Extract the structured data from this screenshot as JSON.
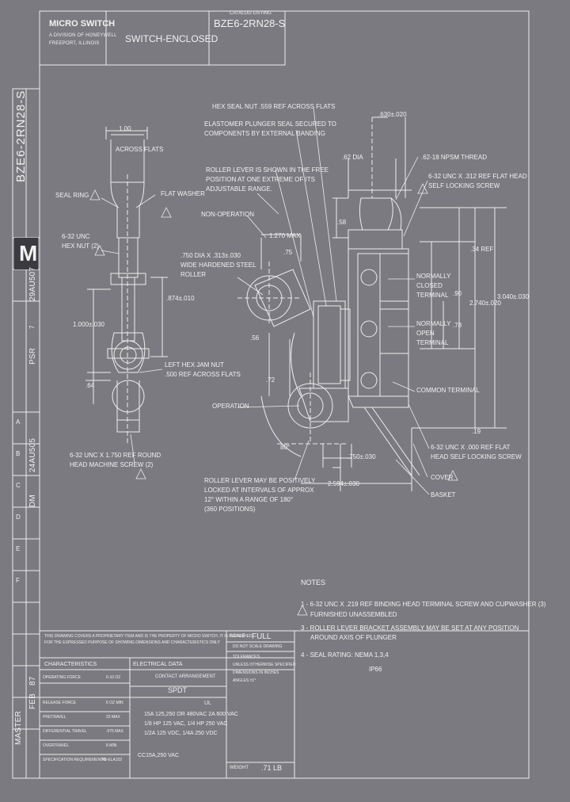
{
  "title_block": {
    "company": "MICRO SWITCH",
    "company_sub1": "A DIVISION OF HONEYWELL",
    "company_sub2": "FREEPORT, ILLINOIS",
    "title": "SWITCH-ENCLOSED",
    "catalog_label": "CATALOG LISTING",
    "catalog_number": "BZE6-2RN28-S"
  },
  "side_strip": {
    "vertical_number": "BZE6-2RN28-S",
    "logo_letter": "M",
    "rev_letters": [
      "A",
      "B",
      "C",
      "D",
      "E",
      "F"
    ],
    "mid_codes": [
      "7",
      "PSR",
      "29AU507",
      "DM",
      "24AU505"
    ],
    "bottom": [
      "MASTER",
      "FEB",
      "87"
    ]
  },
  "dimensions": {
    "width_top": "1.00",
    "width_flats": "ACROSS FLATS",
    "overall_height_left": "1.000±.030",
    "mid_height_left": ".874±.010",
    "small_left": ".64",
    "width_right_top": ".630±.020",
    "dia": ".62 DIA",
    "roll_max": "1.270 MAX",
    "roll_angle": ".75",
    "v56": ".56",
    "v72": ".72",
    "angle_80": "80°",
    "v58": ".58",
    "ref_34": ".34 REF",
    "v90": ".90",
    "v78": ".78",
    "overall_right": "3.040±.030",
    "mid_right": "2.740±.020",
    "v750": ".750±.030",
    "v19": ".19",
    "bottom_width": "2.594±.030"
  },
  "callouts": {
    "hex_seal": "HEX SEAL NUT .559 REF ACROSS FLATS",
    "elastomer_1": "ELASTOMER PLUNGER SEAL SECURED TO",
    "elastomer_2": "COMPONENTS BY EXTERNAL BANDING",
    "roller_free_1": "ROLLER LEVER IS SHOWN IN THE FREE",
    "roller_free_2": "POSITION AT ONE EXTREME OF ITS",
    "roller_free_3": "ADJUSTABLE RANGE.",
    "non_operation": "NON-OPERATION",
    "roller_desc_1": ".750 DIA X .313±.030",
    "roller_desc_2": "WIDE HARDENED STEEL",
    "roller_desc_3": "ROLLER",
    "seal_ring": "SEAL RING",
    "flat_washer": "FLAT WASHER",
    "hex_nut_1": "6-32 UNC",
    "hex_nut_2": "HEX NUT (2)",
    "jam_nut_1": "LEFT HEX JAM NUT",
    "jam_nut_2": ".500 REF ACROSS FLATS",
    "operation": "OPERATION",
    "machine_screw_1": "6-32 UNC X 1.750 REF ROUND",
    "machine_screw_2": "HEAD MACHINE SCREW (2)",
    "lock_1": "ROLLER LEVER MAY BE POSITIVELY",
    "lock_2": "LOCKED AT INTERVALS OF APPROX",
    "lock_3": "12° WITHIN A RANGE OF 180°",
    "lock_4": "(360 POSITIONS)",
    "thread": ".62-18 NPSM THREAD",
    "flat_head_1": "6-32 UNC X .312 REF FLAT HEAD",
    "flat_head_2": "SELF LOCKING SCREW",
    "nc_1": "NORMALLY",
    "nc_2": "CLOSED",
    "nc_3": "TERMINAL",
    "no_1": "NORMALLY",
    "no_2": "OPEN",
    "no_3": "TERMINAL",
    "common": "COMMON TERMINAL",
    "flat_head_b1": "6-32 UNC X .000 REF FLAT",
    "flat_head_b2": "HEAD SELF LOCKING SCREW",
    "cover": "COVER",
    "basket": "BASKET"
  },
  "notes": {
    "heading": "NOTES",
    "n1": "1 - 6-32 UNC X .219 REF BINDING HEAD TERMINAL SCREW AND CUPWASHER (3)",
    "n2": "FURNISHED UNASSEMBLED",
    "n3a": "3 - ROLLER LEVER BRACKET ASSEMBLY MAY BE SET AT ANY POSITION",
    "n3b": "AROUND AXIS OF PLUNGER",
    "n4": "4 - SEAL RATING: NEMA 1,3,4",
    "n4b": "IP66"
  },
  "bottom_block": {
    "proprietary_1": "THIS DRAWING COVERS A PROPRIETARY ITEM AND IS THE PROPERTY OF MICRO SWITCH. IT IS FURNISHED",
    "proprietary_2": "FOR THE EXPRESSED PURPOSE OF SHOWING DIMENSIONS AND CHARACTERISTICS ONLY",
    "scale_label": "SCALE",
    "scale_value": "FULL",
    "do_not_scale": "DO NOT SCALE DRAWING",
    "char_header": "CHARACTERISTICS",
    "elec_header": "ELECTRICAL DATA",
    "contact_label": "CONTACT ARRANGEMENT",
    "contact_value": "SPDT",
    "char_rows": [
      {
        "label": "OPERATING FORCE",
        "value": "6-10 OZ"
      },
      {
        "label": "RELEASE FORCE",
        "value": "6 OZ MIN"
      },
      {
        "label": "PRETRAVEL",
        "value": "23 MAX"
      },
      {
        "label": "DIFFERENTIAL TRAVEL",
        "value": ".075 MAX"
      },
      {
        "label": "OVERTRAVEL",
        "value": "8 MIN"
      },
      {
        "label": "SPECIFICATION REQUIREMENTS",
        "value": "AB-ELA102"
      }
    ],
    "ul_label": "UL",
    "elec_lines": [
      "15A 125,250 OR 480VAC 2A 600 VAC",
      "1/8 HP 125 VAC, 1/4 HP 250 VAC",
      "1/2A 125 VDC, 1/4A 250 VDC"
    ],
    "cert_line": "CC15A,250 VAC",
    "weight_label": "WEIGHT",
    "weight_value": ".71 LB",
    "tol_header": "TOLERANCES",
    "tol_lines": [
      "UNLESS OTHERWISE SPECIFIED",
      "DIMENSIONS IN INCHES",
      "ANGLES ±1°"
    ]
  }
}
